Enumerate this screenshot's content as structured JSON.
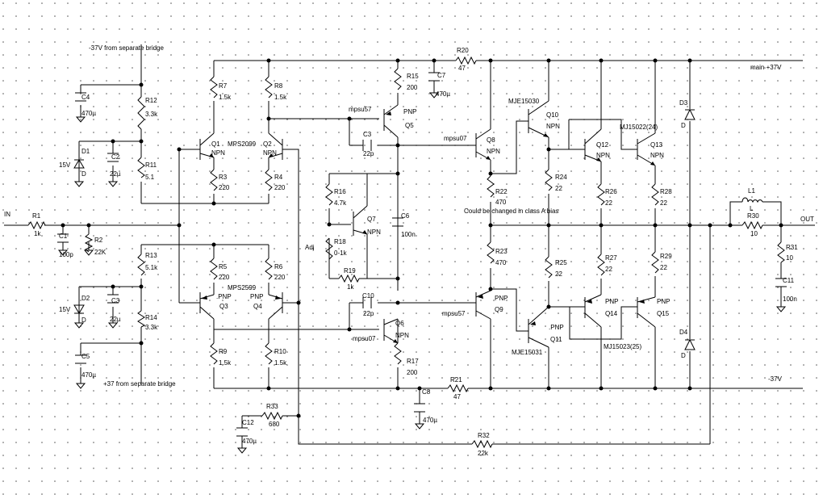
{
  "nets": {
    "in": "IN",
    "out": "OUT",
    "neg_bridge": "-37V from separate bridge",
    "pos_bridge": "+37 from separate bridge",
    "main_pos": "main +37V",
    "main_neg": "-37V"
  },
  "notes": {
    "class_a": "Could be changed in class A bias",
    "adj": "Adj"
  },
  "parts": {
    "r1": {
      "ref": "R1",
      "val": "1k"
    },
    "r2": {
      "ref": "R2",
      "val": "22K"
    },
    "c1": {
      "ref": "C1",
      "val": "100p"
    },
    "r12": {
      "ref": "R12",
      "val": "3.3k"
    },
    "r11": {
      "ref": "R11",
      "val": "5.1"
    },
    "r13": {
      "ref": "R13",
      "val": "5.1k"
    },
    "r14": {
      "ref": "R14",
      "val": "3.3k"
    },
    "c4": {
      "ref": "C4",
      "val": "470µ"
    },
    "c2": {
      "ref": "C2",
      "val": "22µ"
    },
    "c3b": {
      "ref": "C3",
      "val": "22µ"
    },
    "c5": {
      "ref": "C5",
      "val": "470µ"
    },
    "d1": {
      "ref": "D1",
      "val": "D",
      "v": "15V"
    },
    "d2": {
      "ref": "D2",
      "val": "D",
      "v": "15V"
    },
    "r7": {
      "ref": "R7",
      "val": "1.5k"
    },
    "r8": {
      "ref": "R8",
      "val": "1.5k"
    },
    "r3": {
      "ref": "R3",
      "val": "220"
    },
    "r4": {
      "ref": "R4",
      "val": "220"
    },
    "r5": {
      "ref": "R5",
      "val": "220"
    },
    "r6": {
      "ref": "R6",
      "val": "220"
    },
    "r9": {
      "ref": "R9",
      "val": "1.5k"
    },
    "r10": {
      "ref": "R10",
      "val": "1.5k"
    },
    "q1": {
      "ref": "Q1",
      "type": "NPN"
    },
    "q2": {
      "ref": "Q2",
      "type": "NPN"
    },
    "q3": {
      "ref": "Q3",
      "type": ".PNP"
    },
    "q4": {
      "ref": "Q4",
      "type": "PNP"
    },
    "mps2099": "MPS2099",
    "mps2599": "MPS2599",
    "r15": {
      "ref": "R15",
      "val": "200"
    },
    "r17": {
      "ref": "R17",
      "val": "200"
    },
    "q5": {
      "ref": "Q5",
      "type": "PNP",
      "model": "mpsu57"
    },
    "q6": {
      "ref": "Q6",
      "type": "NPN",
      "model": "mpsu07"
    },
    "c3": {
      "ref": "C3",
      "val": "22p"
    },
    "c10": {
      "ref": "C10",
      "val": "22p"
    },
    "c7": {
      "ref": "C7",
      "val": "470µ"
    },
    "c8": {
      "ref": "C8",
      "val": "470µ"
    },
    "r20": {
      "ref": "R20",
      "val": "47"
    },
    "r21": {
      "ref": "R21",
      "val": "47"
    },
    "r16": {
      "ref": "R16",
      "val": "4.7k"
    },
    "r18": {
      "ref": "R18",
      "val": "0-1k"
    },
    "r19": {
      "ref": "R19",
      "val": "1k"
    },
    "q7": {
      "ref": "Q7",
      "type": "NPN"
    },
    "c6": {
      "ref": "C6",
      "val": "100n"
    },
    "q8": {
      "ref": "Q8",
      "type": "NPN",
      "model": "mpsu07"
    },
    "q9": {
      "ref": "Q9",
      "type": "PNP",
      "model": "mpsu57"
    },
    "r22": {
      "ref": "R22",
      "val": "470"
    },
    "r23": {
      "ref": "R23",
      "val": "470"
    },
    "q10": {
      "ref": "Q10",
      "type": "NPN",
      "model": "MJE15030"
    },
    "q11": {
      "ref": "Q11",
      "type": ".PNP",
      "model": "MJE15031"
    },
    "r24": {
      "ref": "R24",
      "val": "22"
    },
    "r25": {
      "ref": "R25",
      "val": "22"
    },
    "q12": {
      "ref": "Q12",
      "type": "NPN"
    },
    "q13": {
      "ref": "Q13",
      "type": "NPN"
    },
    "q14": {
      "ref": "Q14",
      "type": "PNP"
    },
    "q15": {
      "ref": "Q15",
      "type": "PNP"
    },
    "mj15022": "MJ15022(24)",
    "mj15023": "MJ15023(25)",
    "r26": {
      "ref": "R26",
      "val": "22"
    },
    "r27": {
      "ref": "R27",
      "val": "22"
    },
    "r28": {
      "ref": "R28",
      "val": "22"
    },
    "r29": {
      "ref": "R29",
      "val": "22"
    },
    "d3": {
      "ref": "D3",
      "val": "D"
    },
    "d4": {
      "ref": "D4",
      "val": "D"
    },
    "l1": {
      "ref": "L1",
      "val": "L"
    },
    "r30": {
      "ref": "R30",
      "val": "10"
    },
    "r31": {
      "ref": "R31",
      "val": "10"
    },
    "c11": {
      "ref": "C11",
      "val": "100n"
    },
    "r33": {
      "ref": "R33",
      "val": "680"
    },
    "c12": {
      "ref": "C12",
      "val": "470µ"
    },
    "r32": {
      "ref": "R32",
      "val": "22k"
    }
  }
}
